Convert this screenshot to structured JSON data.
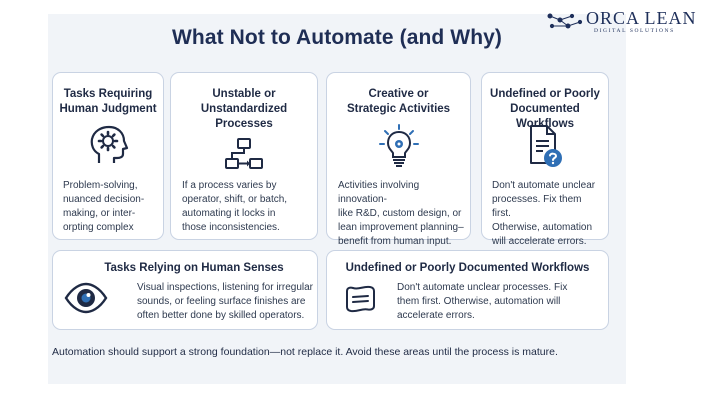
{
  "title": "What Not to Automate (and Why)",
  "logo": {
    "name": "ORCA LEAN",
    "tagline": "DIGITAL SOLUTIONS"
  },
  "cards": [
    {
      "title_lines": [
        "Tasks Requiring",
        "Human Judgment"
      ],
      "icon": "head-gear-icon",
      "desc_lines": [
        "Problem-solving,",
        "nuanced decision-",
        "making, or inter-",
        "orpting complex"
      ]
    },
    {
      "title_lines": [
        "Unstable or",
        "Unstandardized",
        "Processes"
      ],
      "icon": "process-flow-icon",
      "desc_lines": [
        "If a process varies by",
        "operator, shift, or batch,",
        "automating it locks in",
        "those inconsistencies."
      ]
    },
    {
      "title_lines": [
        "Creative or",
        "Strategic Activities"
      ],
      "icon": "lightbulb-gear-icon",
      "desc_lines": [
        "Activities involving innovation-",
        "like R&D, custom design, or",
        "lean improvement planning–",
        "benefit from human input."
      ]
    },
    {
      "title_lines": [
        "Undefined or Poorly",
        "Documented Workflows"
      ],
      "icon": "document-question-icon",
      "desc_lines": [
        "Don't automate unclear",
        "processes. Fix them first.",
        "Otherwise, automation",
        "will accelerate errors."
      ]
    }
  ],
  "wide_cards": [
    {
      "title": "Tasks Relying on Human Senses",
      "icon": "eye-icon",
      "desc_lines": [
        "Visual inspections, listening for irregular",
        "sounds, or feeling surface finishes are",
        "often better done by skilled operators."
      ]
    },
    {
      "title": "Undefined or Poorly Documented Workflows",
      "icon": "scroll-icon",
      "desc_lines": [
        "Don't automate unclear processes. Fix",
        "them first. Otherwise, automation will",
        "accelerate errors."
      ]
    }
  ],
  "footer": "Automation should support a strong foundation—not replace it. Avoid these areas until the process is mature.",
  "colors": {
    "title": "#1f2e55",
    "icon": "#1f2a44",
    "icon_accent": "#2f6fb5",
    "card_border": "#c9d3e3",
    "panel": "#f1f4f8"
  }
}
